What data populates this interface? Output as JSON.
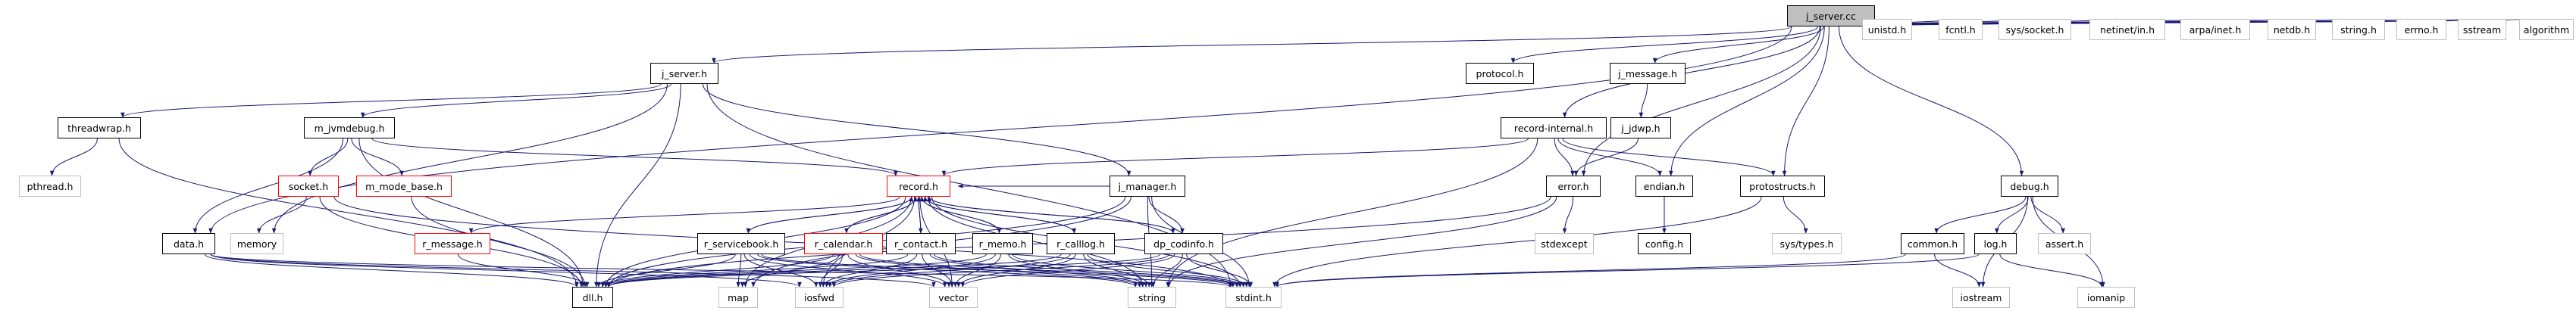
{
  "nodes": [
    {
      "id": "j_server_cc",
      "label": "j_server.cc",
      "kind": "root"
    },
    {
      "id": "j_server_h",
      "label": "j_server.h",
      "kind": "normal"
    },
    {
      "id": "protocol_h",
      "label": "protocol.h",
      "kind": "normal"
    },
    {
      "id": "j_message_h",
      "label": "j_message.h",
      "kind": "normal"
    },
    {
      "id": "unistd_h",
      "label": "unistd.h",
      "kind": "sys"
    },
    {
      "id": "fcntl_h",
      "label": "fcntl.h",
      "kind": "sys"
    },
    {
      "id": "sys_socket_h",
      "label": "sys/socket.h",
      "kind": "sys"
    },
    {
      "id": "netinet_in_h",
      "label": "netinet/in.h",
      "kind": "sys"
    },
    {
      "id": "arpa_inet_h",
      "label": "arpa/inet.h",
      "kind": "sys"
    },
    {
      "id": "netdb_h",
      "label": "netdb.h",
      "kind": "sys"
    },
    {
      "id": "string_h",
      "label": "string.h",
      "kind": "sys"
    },
    {
      "id": "errno_h",
      "label": "errno.h",
      "kind": "sys"
    },
    {
      "id": "sstream",
      "label": "sstream",
      "kind": "sys"
    },
    {
      "id": "algorithm",
      "label": "algorithm",
      "kind": "sys"
    },
    {
      "id": "threadwrap_h",
      "label": "threadwrap.h",
      "kind": "normal"
    },
    {
      "id": "m_jvmdebug_h",
      "label": "m_jvmdebug.h",
      "kind": "normal"
    },
    {
      "id": "record_internal_h",
      "label": "record-internal.h",
      "kind": "normal"
    },
    {
      "id": "j_jdwp_h",
      "label": "j_jdwp.h",
      "kind": "normal"
    },
    {
      "id": "pthread_h",
      "label": "pthread.h",
      "kind": "sys"
    },
    {
      "id": "socket_h",
      "label": "socket.h",
      "kind": "red"
    },
    {
      "id": "m_mode_base_h",
      "label": "m_mode_base.h",
      "kind": "red"
    },
    {
      "id": "record_h",
      "label": "record.h",
      "kind": "red"
    },
    {
      "id": "j_manager_h",
      "label": "j_manager.h",
      "kind": "normal"
    },
    {
      "id": "error_h",
      "label": "error.h",
      "kind": "normal"
    },
    {
      "id": "endian_h",
      "label": "endian.h",
      "kind": "normal"
    },
    {
      "id": "protostructs_h",
      "label": "protostructs.h",
      "kind": "normal"
    },
    {
      "id": "debug_h",
      "label": "debug.h",
      "kind": "normal"
    },
    {
      "id": "data_h",
      "label": "data.h",
      "kind": "normal"
    },
    {
      "id": "memory",
      "label": "memory",
      "kind": "sys"
    },
    {
      "id": "r_message_h",
      "label": "r_message.h",
      "kind": "red"
    },
    {
      "id": "r_servicebook_h",
      "label": "r_servicebook.h",
      "kind": "normal"
    },
    {
      "id": "r_calendar_h",
      "label": "r_calendar.h",
      "kind": "red"
    },
    {
      "id": "r_contact_h",
      "label": "r_contact.h",
      "kind": "normal"
    },
    {
      "id": "r_memo_h",
      "label": "r_memo.h",
      "kind": "normal"
    },
    {
      "id": "r_calllog_h",
      "label": "r_calllog.h",
      "kind": "normal"
    },
    {
      "id": "dp_codinfo_h",
      "label": "dp_codinfo.h",
      "kind": "normal"
    },
    {
      "id": "stdexcept",
      "label": "stdexcept",
      "kind": "sys"
    },
    {
      "id": "config_h",
      "label": "config.h",
      "kind": "normal"
    },
    {
      "id": "sys_types_h",
      "label": "sys/types.h",
      "kind": "sys"
    },
    {
      "id": "common_h",
      "label": "common.h",
      "kind": "normal"
    },
    {
      "id": "log_h",
      "label": "log.h",
      "kind": "normal"
    },
    {
      "id": "assert_h",
      "label": "assert.h",
      "kind": "sys"
    },
    {
      "id": "dll_h",
      "label": "dll.h",
      "kind": "normal"
    },
    {
      "id": "map",
      "label": "map",
      "kind": "sys"
    },
    {
      "id": "iosfwd",
      "label": "iosfwd",
      "kind": "sys"
    },
    {
      "id": "vector",
      "label": "vector",
      "kind": "sys"
    },
    {
      "id": "string",
      "label": "string",
      "kind": "sys"
    },
    {
      "id": "stdint_h",
      "label": "stdint.h",
      "kind": "sys"
    },
    {
      "id": "iostream",
      "label": "iostream",
      "kind": "sys"
    },
    {
      "id": "iomanip",
      "label": "iomanip",
      "kind": "sys"
    }
  ],
  "edges": [
    [
      "j_server_cc",
      "j_server_h"
    ],
    [
      "j_server_cc",
      "protocol_h"
    ],
    [
      "j_server_cc",
      "j_message_h"
    ],
    [
      "j_server_cc",
      "unistd_h"
    ],
    [
      "j_server_cc",
      "fcntl_h"
    ],
    [
      "j_server_cc",
      "sys_socket_h"
    ],
    [
      "j_server_cc",
      "netinet_in_h"
    ],
    [
      "j_server_cc",
      "arpa_inet_h"
    ],
    [
      "j_server_cc",
      "netdb_h"
    ],
    [
      "j_server_cc",
      "string_h"
    ],
    [
      "j_server_cc",
      "errno_h"
    ],
    [
      "j_server_cc",
      "sstream"
    ],
    [
      "j_server_cc",
      "algorithm"
    ],
    [
      "j_server_cc",
      "record_internal_h"
    ],
    [
      "j_server_cc",
      "error_h"
    ],
    [
      "j_server_cc",
      "endian_h"
    ],
    [
      "j_server_cc",
      "protostructs_h"
    ],
    [
      "j_server_cc",
      "debug_h"
    ],
    [
      "j_server_cc",
      "data_h"
    ],
    [
      "j_server_h",
      "threadwrap_h"
    ],
    [
      "j_server_h",
      "m_jvmdebug_h"
    ],
    [
      "j_server_h",
      "dll_h"
    ],
    [
      "j_server_h",
      "memory"
    ],
    [
      "j_server_h",
      "j_manager_h"
    ],
    [
      "j_server_h",
      "stdint_h"
    ],
    [
      "j_message_h",
      "j_jdwp_h"
    ],
    [
      "j_jdwp_h",
      "error_h"
    ],
    [
      "threadwrap_h",
      "pthread_h"
    ],
    [
      "threadwrap_h",
      "dll_h"
    ],
    [
      "m_jvmdebug_h",
      "socket_h"
    ],
    [
      "m_jvmdebug_h",
      "m_mode_base_h"
    ],
    [
      "m_jvmdebug_h",
      "record_h"
    ],
    [
      "m_jvmdebug_h",
      "data_h"
    ],
    [
      "m_jvmdebug_h",
      "dll_h"
    ],
    [
      "socket_h",
      "memory"
    ],
    [
      "socket_h",
      "dll_h"
    ],
    [
      "socket_h",
      "stdint_h"
    ],
    [
      "m_mode_base_h",
      "dll_h"
    ],
    [
      "record_internal_h",
      "record_h"
    ],
    [
      "record_internal_h",
      "error_h"
    ],
    [
      "record_internal_h",
      "endian_h"
    ],
    [
      "record_internal_h",
      "protostructs_h"
    ],
    [
      "record_internal_h",
      "string"
    ],
    [
      "record_h",
      "r_message_h"
    ],
    [
      "record_h",
      "r_servicebook_h"
    ],
    [
      "record_h",
      "r_calendar_h"
    ],
    [
      "record_h",
      "r_contact_h"
    ],
    [
      "record_h",
      "r_memo_h"
    ],
    [
      "record_h",
      "r_calllog_h"
    ],
    [
      "record_h",
      "dp_codinfo_h"
    ],
    [
      "record_h",
      "dll_h"
    ],
    [
      "record_h",
      "map"
    ],
    [
      "record_h",
      "iosfwd"
    ],
    [
      "record_h",
      "vector"
    ],
    [
      "record_h",
      "string"
    ],
    [
      "record_h",
      "stdint_h"
    ],
    [
      "r_servicebook_h",
      "record_h"
    ],
    [
      "r_calendar_h",
      "record_h"
    ],
    [
      "r_contact_h",
      "record_h"
    ],
    [
      "r_memo_h",
      "record_h"
    ],
    [
      "r_calllog_h",
      "record_h"
    ],
    [
      "dp_codinfo_h",
      "record_h"
    ],
    [
      "j_manager_h",
      "record_h"
    ],
    [
      "j_manager_h",
      "dp_codinfo_h"
    ],
    [
      "j_manager_h",
      "dll_h"
    ],
    [
      "j_manager_h",
      "map"
    ],
    [
      "j_manager_h",
      "string"
    ],
    [
      "j_manager_h",
      "stdint_h"
    ],
    [
      "r_message_h",
      "dll_h"
    ],
    [
      "r_servicebook_h",
      "dll_h"
    ],
    [
      "r_servicebook_h",
      "map"
    ],
    [
      "r_servicebook_h",
      "iosfwd"
    ],
    [
      "r_servicebook_h",
      "vector"
    ],
    [
      "r_servicebook_h",
      "string"
    ],
    [
      "r_servicebook_h",
      "stdint_h"
    ],
    [
      "r_calendar_h",
      "dll_h"
    ],
    [
      "r_calendar_h",
      "map"
    ],
    [
      "r_calendar_h",
      "iosfwd"
    ],
    [
      "r_calendar_h",
      "vector"
    ],
    [
      "r_calendar_h",
      "string"
    ],
    [
      "r_calendar_h",
      "stdint_h"
    ],
    [
      "r_contact_h",
      "dll_h"
    ],
    [
      "r_contact_h",
      "iosfwd"
    ],
    [
      "r_contact_h",
      "vector"
    ],
    [
      "r_contact_h",
      "string"
    ],
    [
      "r_contact_h",
      "stdint_h"
    ],
    [
      "r_memo_h",
      "dll_h"
    ],
    [
      "r_memo_h",
      "iosfwd"
    ],
    [
      "r_memo_h",
      "vector"
    ],
    [
      "r_memo_h",
      "string"
    ],
    [
      "r_memo_h",
      "stdint_h"
    ],
    [
      "r_calllog_h",
      "dll_h"
    ],
    [
      "r_calllog_h",
      "iosfwd"
    ],
    [
      "r_calllog_h",
      "vector"
    ],
    [
      "r_calllog_h",
      "string"
    ],
    [
      "r_calllog_h",
      "stdint_h"
    ],
    [
      "dp_codinfo_h",
      "dll_h"
    ],
    [
      "dp_codinfo_h",
      "iosfwd"
    ],
    [
      "dp_codinfo_h",
      "vector"
    ],
    [
      "dp_codinfo_h",
      "string"
    ],
    [
      "dp_codinfo_h",
      "stdint_h"
    ],
    [
      "data_h",
      "dll_h"
    ],
    [
      "data_h",
      "iosfwd"
    ],
    [
      "data_h",
      "vector"
    ],
    [
      "data_h",
      "stdint_h"
    ],
    [
      "error_h",
      "stdexcept"
    ],
    [
      "error_h",
      "string"
    ],
    [
      "error_h",
      "dll_h"
    ],
    [
      "endian_h",
      "config_h"
    ],
    [
      "protostructs_h",
      "sys_types_h"
    ],
    [
      "protostructs_h",
      "stdint_h"
    ],
    [
      "debug_h",
      "common_h"
    ],
    [
      "debug_h",
      "log_h"
    ],
    [
      "debug_h",
      "assert_h"
    ],
    [
      "debug_h",
      "iostream"
    ],
    [
      "debug_h",
      "iomanip"
    ],
    [
      "common_h",
      "iostream"
    ],
    [
      "common_h",
      "stdint_h"
    ],
    [
      "log_h",
      "iomanip"
    ],
    [
      "log_h",
      "stdint_h"
    ]
  ]
}
